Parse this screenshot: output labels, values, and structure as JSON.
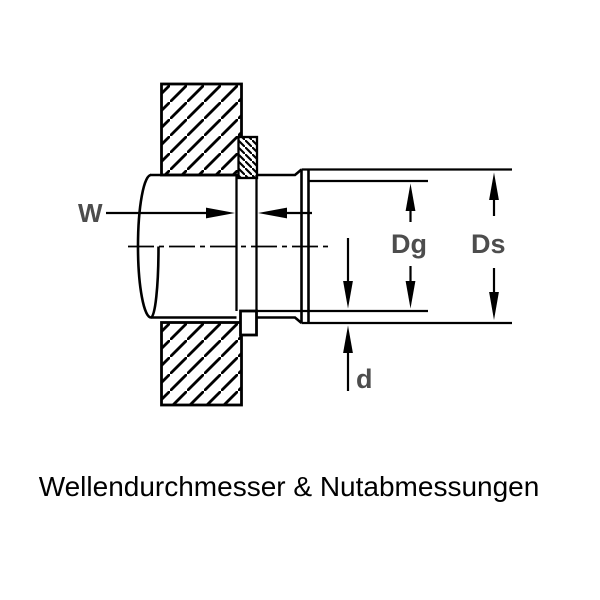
{
  "diagram": {
    "title": "Wellendurchmesser & Nutabmessungen",
    "labels": {
      "groove_width": "W",
      "groove_diameter": "Dg",
      "shaft_diameter": "Ds",
      "groove_depth": "d"
    },
    "colors": {
      "line": "#000000",
      "dimension_label": "#4d4d4d",
      "background": "#ffffff"
    }
  },
  "caption": {
    "text": "Wellendurchmesser & Nutabmessungen"
  }
}
